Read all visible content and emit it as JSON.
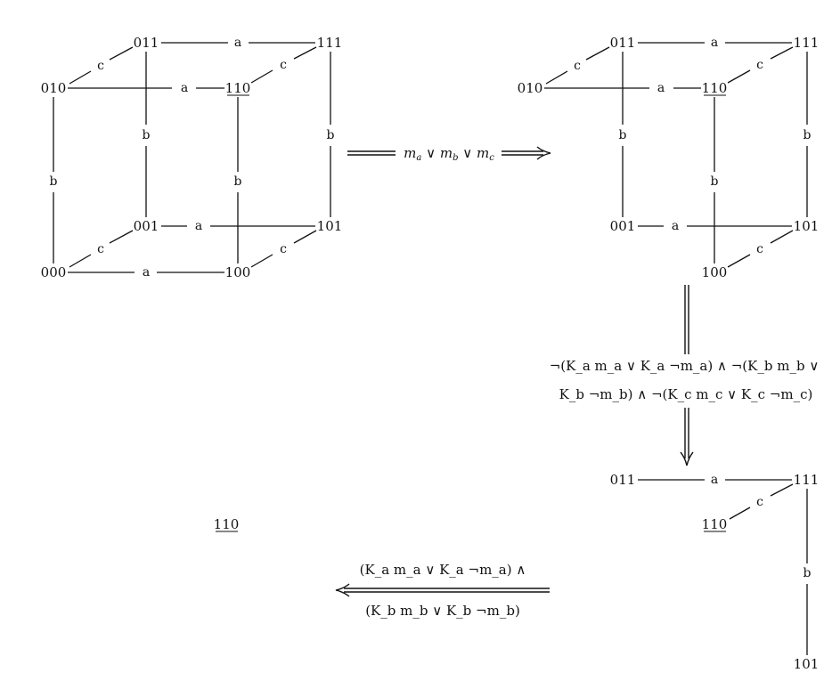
{
  "cube1": {
    "nodes": {
      "n011": "011",
      "n111": "111",
      "n010": "010",
      "n110": "110",
      "n001": "001",
      "n101": "101",
      "n000": "000",
      "n100": "100"
    },
    "edge_labels": {
      "e011_111": "a",
      "e010_011": "c",
      "e110_111": "c",
      "e010_110": "a",
      "e011_001": "b",
      "e111_101": "b",
      "e010_000": "b",
      "e110_100": "b",
      "e001_101": "a",
      "e000_001": "c",
      "e100_101": "c",
      "e000_100": "a"
    }
  },
  "cube2": {
    "nodes": {
      "n011": "011",
      "n111": "111",
      "n010": "010",
      "n110": "110",
      "n001": "001",
      "n101": "101",
      "n100": "100"
    },
    "edge_labels": {
      "e011_111": "a",
      "e010_011": "c",
      "e110_111": "c",
      "e010_110": "a",
      "e011_001": "b",
      "e111_101": "b",
      "e110_100": "b",
      "e001_101": "a",
      "e100_101": "c"
    }
  },
  "graph3": {
    "nodes": {
      "n011": "011",
      "n111": "111",
      "n110": "110",
      "n101": "101"
    },
    "edge_labels": {
      "e011_111": "a",
      "e110_111": "c",
      "e111_101": "b"
    }
  },
  "graph4": {
    "nodes": {
      "n110": "110"
    }
  },
  "arrows": {
    "a1": {
      "line1": "m_a ∨ m_b ∨ m_c"
    },
    "a2": {
      "line1": "¬(K_a m_a ∨ K_a ¬m_a) ∧ ¬(K_b m_b ∨",
      "line2": "K_b ¬m_b) ∧ ¬(K_c m_c ∨ K_c ¬m_c)"
    },
    "a3": {
      "line1": "(K_a m_a ∨ K_a ¬m_a) ∧",
      "line2": "(K_b m_b ∨ K_b ¬m_b)"
    }
  }
}
